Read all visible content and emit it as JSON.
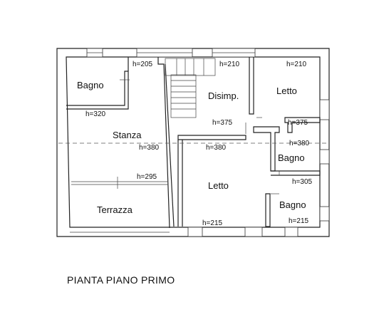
{
  "rooms": {
    "bagno1": "Bagno",
    "stanza": "Stanza",
    "terrazza": "Terrazza",
    "disimp": "Disimp.",
    "letto1": "Letto",
    "letto2": "Letto",
    "bagno2": "Bagno",
    "bagno3": "Bagno"
  },
  "heights": {
    "h205": "h=205",
    "h320": "h=320",
    "h380a": "h=380",
    "h295": "h=295",
    "h210a": "h=210",
    "h210b": "h=210",
    "h375a": "h=375",
    "h375b": "h=375",
    "h380b": "h=380",
    "h380c": "h=380",
    "h305": "h=305",
    "h215a": "h=215",
    "h215b": "h=215"
  },
  "caption": "PIANTA PIANO PRIMO"
}
